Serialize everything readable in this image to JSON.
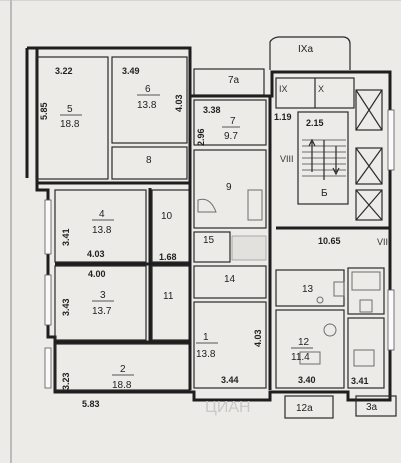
{
  "plan": {
    "rooms": [
      {
        "id": "5",
        "number": "5",
        "area": "18.8"
      },
      {
        "id": "6",
        "number": "6",
        "area": "13.8"
      },
      {
        "id": "7",
        "number": "7",
        "area": "9.7"
      },
      {
        "id": "8",
        "number": "8",
        "area": ""
      },
      {
        "id": "9",
        "number": "9",
        "area": ""
      },
      {
        "id": "10",
        "number": "10",
        "area": ""
      },
      {
        "id": "4",
        "number": "4",
        "area": "13.8"
      },
      {
        "id": "15",
        "number": "15",
        "area": ""
      },
      {
        "id": "14",
        "number": "14",
        "area": ""
      },
      {
        "id": "3",
        "number": "3",
        "area": "13.7"
      },
      {
        "id": "11",
        "number": "11",
        "area": ""
      },
      {
        "id": "13",
        "number": "13",
        "area": ""
      },
      {
        "id": "2",
        "number": "2",
        "area": "18.8"
      },
      {
        "id": "1",
        "number": "1",
        "area": "13.8"
      },
      {
        "id": "12",
        "number": "12",
        "area": "11.4"
      },
      {
        "id": "B",
        "number": "Б",
        "area": ""
      }
    ],
    "balconies": [
      "IXa",
      "7a",
      "12a",
      "3a"
    ],
    "roman_labels": [
      "IX",
      "X",
      "VIII",
      "VII"
    ],
    "dimensions": [
      "3.22",
      "3.49",
      "5.85",
      "4.03",
      "3.38",
      "2.96",
      "1.19",
      "2.15",
      "3.41",
      "4.03",
      "1.68",
      "10.65",
      "4.00",
      "3.43",
      "3.23",
      "5.83",
      "4.03",
      "3.44",
      "3.40",
      "3.41"
    ]
  }
}
